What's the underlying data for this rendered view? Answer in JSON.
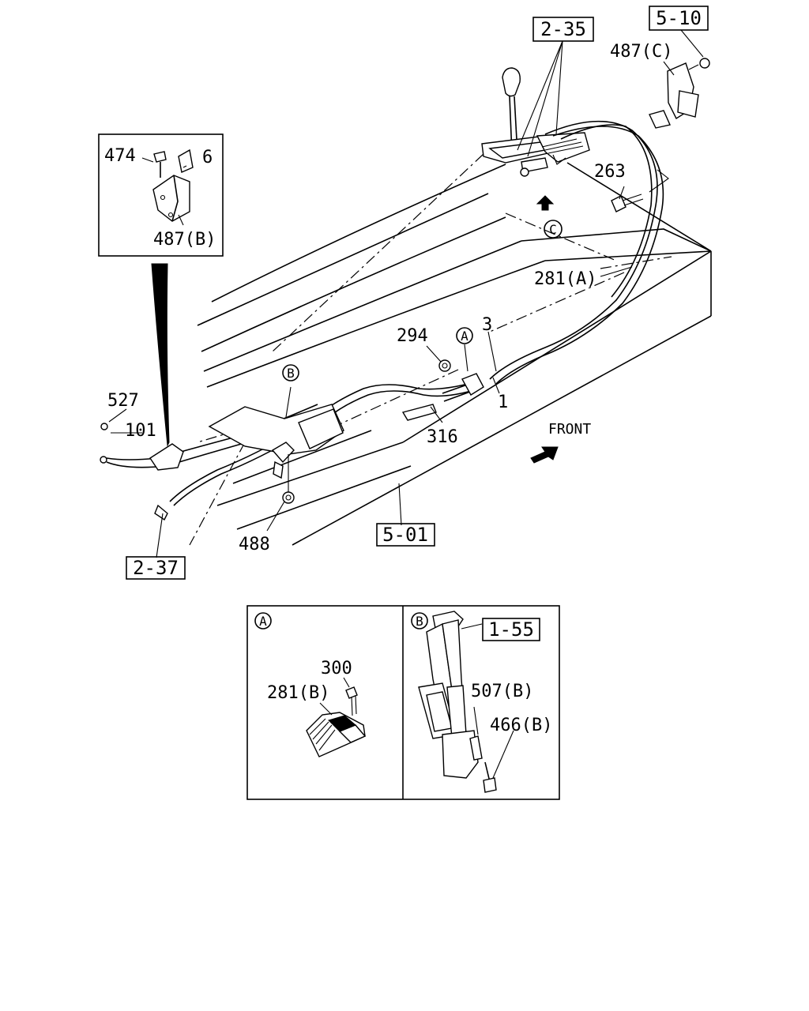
{
  "callouts": {
    "ref_2_35": "2-35",
    "ref_5_10": "5-10",
    "ref_5_01": "5-01",
    "ref_2_37": "2-37",
    "ref_1_55": "1-55",
    "p487c": "487(C)",
    "p263": "263",
    "p281a": "281(A)",
    "p294": "294",
    "p3": "3",
    "p1": "1",
    "p316": "316",
    "p527": "527",
    "p101": "101",
    "p488": "488",
    "p474": "474",
    "p6": "6",
    "p487b": "487(B)",
    "p300": "300",
    "p281b": "281(B)",
    "p507b": "507(B)",
    "p466b": "466(B)"
  },
  "markers": {
    "a": "A",
    "b": "B",
    "c": "C"
  },
  "front_label": "FRONT"
}
